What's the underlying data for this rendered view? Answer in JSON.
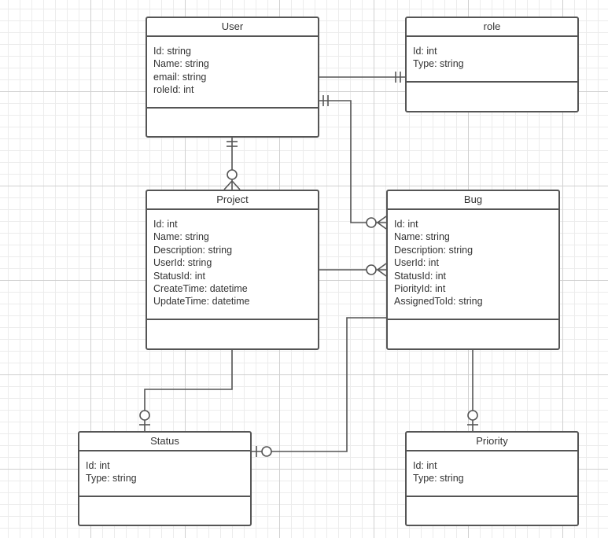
{
  "entities": {
    "user": {
      "title": "User",
      "fields": [
        "Id: string",
        "Name: string",
        "email: string",
        "roleId: int"
      ]
    },
    "role": {
      "title": "role",
      "fields": [
        "Id: int",
        "Type: string"
      ]
    },
    "project": {
      "title": "Project",
      "fields": [
        "Id: int",
        "Name: string",
        "Description: string",
        "UserId: string",
        "StatusId: int",
        "CreateTime: datetime",
        "UpdateTime: datetime"
      ]
    },
    "bug": {
      "title": "Bug",
      "fields": [
        "Id: int",
        "Name: string",
        "Description: string",
        "UserId: int",
        "StatusId: int",
        "PiorityId: int",
        "AssignedToId: string"
      ]
    },
    "status": {
      "title": "Status",
      "fields": [
        "Id: int",
        "Type: string"
      ]
    },
    "priority": {
      "title": "Priority",
      "fields": [
        "Id: int",
        "Type: string"
      ]
    }
  },
  "relationships": [
    {
      "from": "user",
      "to": "role",
      "from_cardinality": "none",
      "to_cardinality": "one-mandatory"
    },
    {
      "from": "user",
      "to": "project",
      "from_cardinality": "one-mandatory",
      "to_cardinality": "zero-or-many"
    },
    {
      "from": "user",
      "to": "bug",
      "from_cardinality": "one-mandatory",
      "to_cardinality": "zero-or-many"
    },
    {
      "from": "project",
      "to": "bug",
      "from_cardinality": "none",
      "to_cardinality": "zero-or-many"
    },
    {
      "from": "project",
      "to": "status",
      "from_cardinality": "none",
      "to_cardinality": "zero-or-one"
    },
    {
      "from": "bug",
      "to": "status",
      "from_cardinality": "none",
      "to_cardinality": "zero-or-one"
    },
    {
      "from": "bug",
      "to": "priority",
      "from_cardinality": "none",
      "to_cardinality": "zero-or-one"
    }
  ]
}
